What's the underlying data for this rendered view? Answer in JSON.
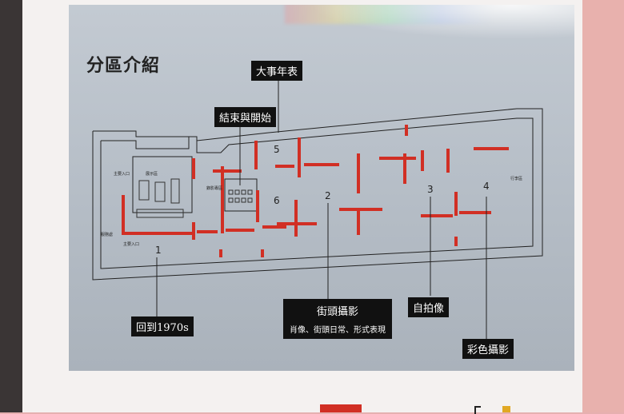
{
  "title": "分區介紹",
  "labels": {
    "timeline": "大事年表",
    "end_and_start": "結束與開始",
    "back_to_1970s": "回到1970s",
    "street_photo": "街頭攝影",
    "street_photo_sub": "肖像、街頭日常、形式表現",
    "selfie": "自拍像",
    "color_photo": "彩色攝影"
  },
  "zone_numbers": [
    "1",
    "2",
    "3",
    "4",
    "5",
    "6"
  ],
  "small_text": {
    "entrance_top": "主要入口",
    "info_desk": "展示區",
    "video_room": "錄影專區",
    "exit": "行李區",
    "service": "服務處",
    "entrance_bottom": "主要入口"
  },
  "colors": {
    "wall": "#d12f24",
    "label_bg": "#111111",
    "screen": "#b9c0c9"
  }
}
